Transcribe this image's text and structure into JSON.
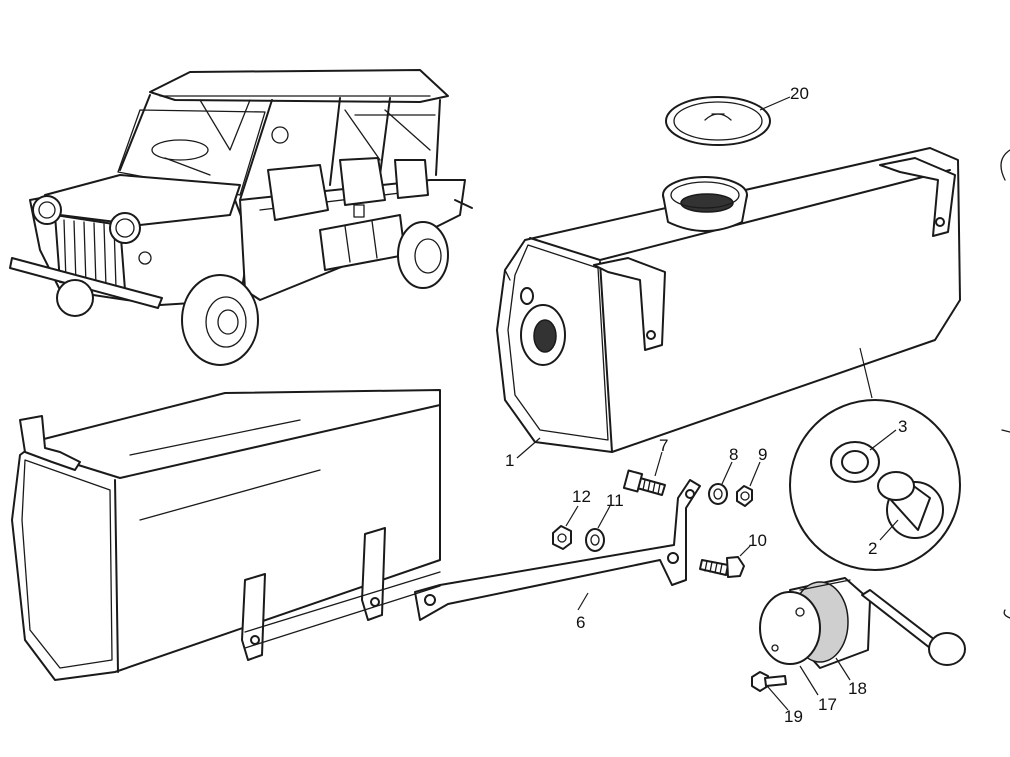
{
  "diagram": {
    "callouts": {
      "c1": "1",
      "c2": "2",
      "c3": "3",
      "c6": "6",
      "c7": "7",
      "c8": "8",
      "c9": "9",
      "c10": "10",
      "c11": "11",
      "c12": "12",
      "c17": "17",
      "c18": "18",
      "c19": "19",
      "c20": "20"
    }
  }
}
